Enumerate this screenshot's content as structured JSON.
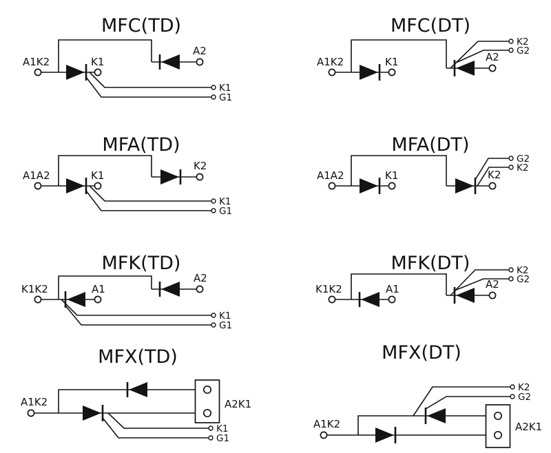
{
  "colors": {
    "line": "#141414",
    "background": "#ffffff"
  },
  "diagrams": [
    {
      "title": "MFC(TD)",
      "left": "A1K2",
      "mid": "K1",
      "right": "A2",
      "tap_top": "K1",
      "tap_bottom": "G1"
    },
    {
      "title": "MFC(DT)",
      "left": "A1K2",
      "mid": "K1",
      "right": "A2",
      "tap_top": "K2",
      "tap_bottom": "G2"
    },
    {
      "title": "MFA(TD)",
      "left": "A1A2",
      "mid": "K1",
      "right": "K2",
      "tap_top": "K1",
      "tap_bottom": "G1"
    },
    {
      "title": "MFA(DT)",
      "left": "A1A2",
      "mid": "K1",
      "right": "K2",
      "tap_top": "G2",
      "tap_bottom": "K2"
    },
    {
      "title": "MFK(TD)",
      "left": "K1K2",
      "mid": "A1",
      "right": "A2",
      "tap_top": "K1",
      "tap_bottom": "G1"
    },
    {
      "title": "MFK(DT)",
      "left": "K1K2",
      "mid": "A1",
      "right": "A2",
      "tap_top": "K2",
      "tap_bottom": "G2"
    },
    {
      "title": "MFX(TD)",
      "left": "A1K2",
      "box": "A2K1",
      "tap_top": "K1",
      "tap_bottom": "G1"
    },
    {
      "title": "MFX(DT)",
      "left": "A1K2",
      "box": "A2K1",
      "tap_top": "K2",
      "tap_bottom": "G2"
    }
  ]
}
